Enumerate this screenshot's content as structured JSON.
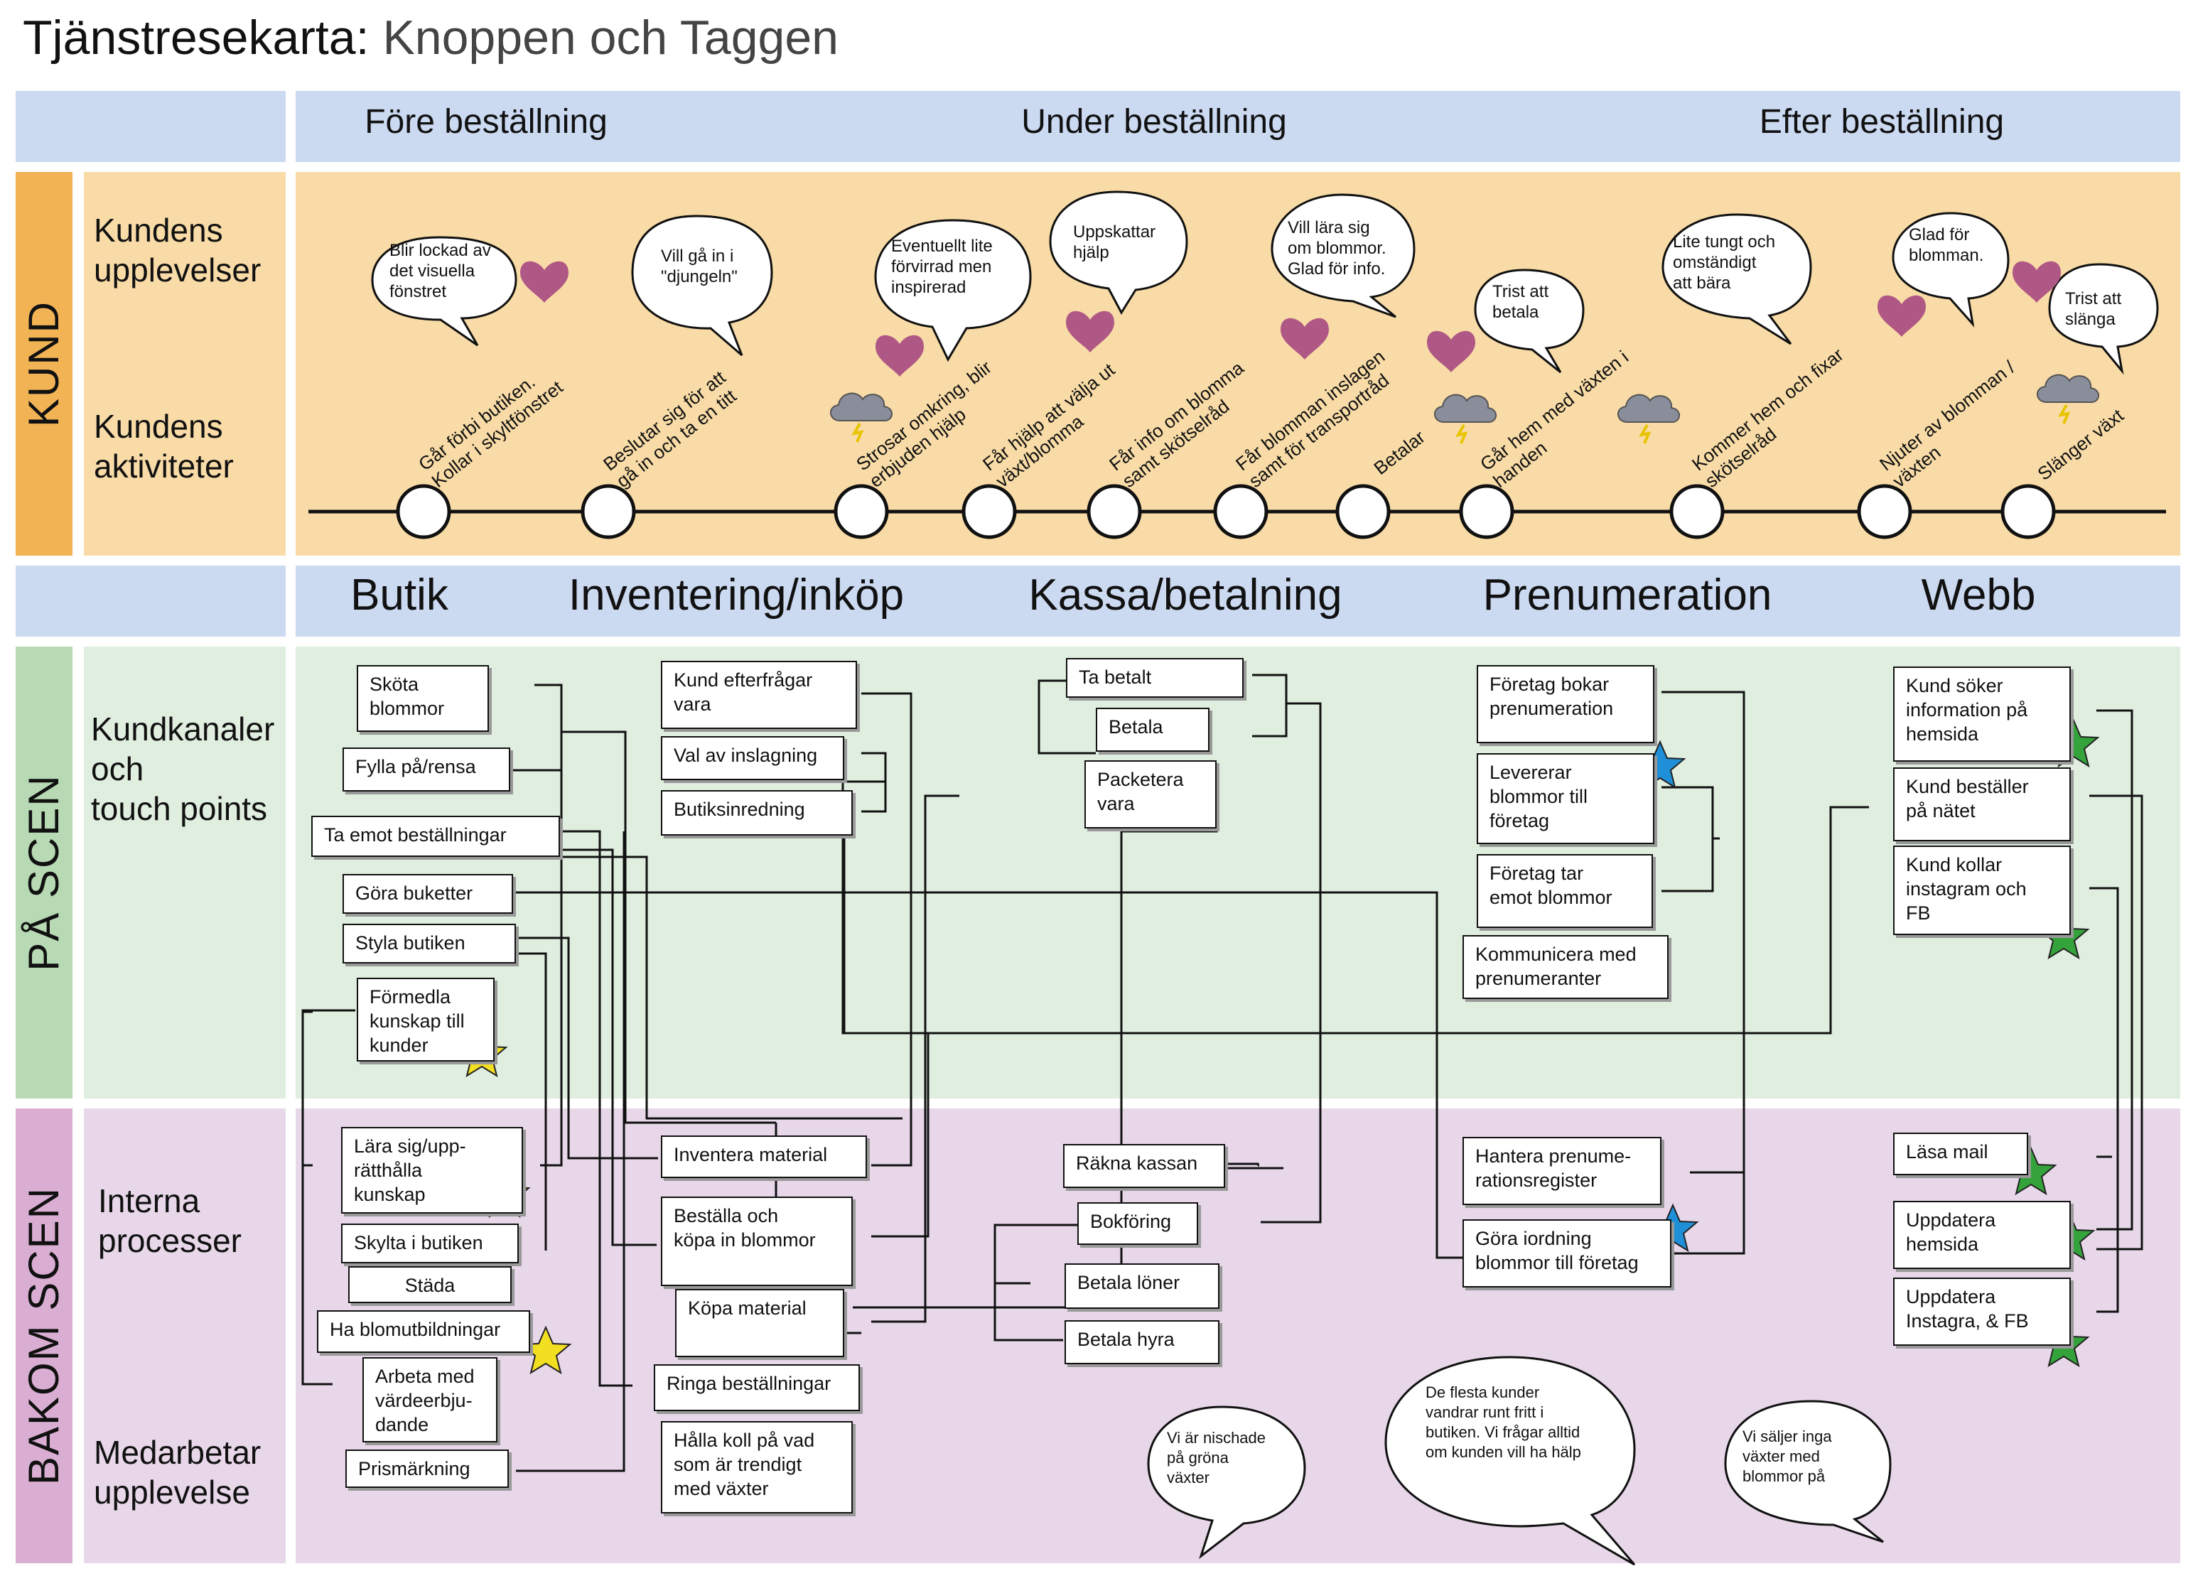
{
  "title": {
    "main": "Tjänstresekarta:",
    "sub": "Knoppen och Taggen"
  },
  "colors": {
    "phase_band": "#cbd9f1",
    "kund": "#f8dba6",
    "kund_side": "#f2b355",
    "pa_scen": "#e0eedf",
    "pa_scen_side": "#b7d9b4",
    "bakom": "#e7d7e9",
    "bakom_side": "#d9aed2",
    "heart": "#b05885"
  },
  "phases": [
    "Före beställning",
    "Under beställning",
    "Efter beställning"
  ],
  "sections": {
    "kund": "KUND",
    "pa_scen": "PÅ SCEN",
    "bakom_scen": "BAKOM SCEN"
  },
  "lanes": {
    "upplevelser": "Kundens\nupplevelser",
    "aktiviteter": "Kundens\naktiviteter",
    "kanaler": "Kundkanaler\noch\ntouch points",
    "interna": "Interna\nprocesser",
    "medarbetare": "Medarbetar\nupplevelse"
  },
  "bubbles": [
    "Blir lockad av\ndet visuella\nfönstret",
    "Vill gå in i\n\"djungeln\"",
    "Eventuellt lite\nförvirrad men\ninspirerad",
    "Uppskattar\nhjälp",
    "Vill lära sig\nom blommor.\nGlad för info.",
    "Trist att\nbetala",
    "Lite tungt och\nomständigt\natt bära",
    "Glad för\nblomman.",
    "Trist att\nslänga"
  ],
  "activities": [
    "Går förbi butiken.\nKollar i skyltfönstret",
    "Beslutar sig för att\ngå in och ta en titt",
    "Strosar omkring, blir\nerbjuden hjälp",
    "Får hjälp att välja ut\nväxt/blomma",
    "Får info om blomma\nsamt skötselråd",
    "Får blomman inslagen\nsamt för transportråd",
    "Betalar",
    "Går hem med växten i\nhanden",
    "Kommer hem och fixar\nskötselråd",
    "Njuter av blomman /\nväxten",
    "Slänger växt"
  ],
  "channels": [
    "Butik",
    "Inventering/inköp",
    "Kassa/betalning",
    "Prenumeration",
    "Webb"
  ],
  "touchpoints": {
    "butik": [
      "Sköta\nblommor",
      "Fylla på/rensa",
      "Ta emot beställningar",
      "Göra buketter",
      "Styla butiken",
      "Förmedla\nkunskap till\nkunder"
    ],
    "inventering": [
      "Kund efterfrågar\nvara",
      "Val av inslagning",
      "Butiksinredning"
    ],
    "kassa": [
      "Ta betalt",
      "Betala",
      "Packetera\nvara"
    ],
    "prenumeration": [
      "Företag bokar\nprenumeration",
      "Levererar\nblommor till\nföretag",
      "Företag tar\nemot blommor",
      "Kommunicera med\nprenumeranter"
    ],
    "webb": [
      "Kund söker\ninformation på\nhemsida",
      "Kund beställer\npå nätet",
      "Kund kollar\ninstagram och\nFB"
    ]
  },
  "processes": {
    "butik": [
      "Lära sig/upp-\nrätthålla\nkunskap",
      "Skylta i butiken",
      "Städa",
      "Ha blomutbildningar",
      "Arbeta med\nvärdeerbju-\ndande",
      "Prismärkning"
    ],
    "inventering": [
      "Inventera material",
      "Beställa och\nköpa in blommor",
      "Köpa material",
      "Ringa beställningar",
      "Hålla koll på vad\nsom är trendigt\nmed växter"
    ],
    "kassa": [
      "Räkna kassan",
      "Bokföring",
      "Betala löner",
      "Betala hyra"
    ],
    "prenumeration": [
      "Hantera prenume-\nrationsregister",
      "Göra iordning\nblommor till företag"
    ],
    "webb": [
      "Läsa mail",
      "Uppdatera\nhemsida",
      "Uppdatera\nInstagra, & FB"
    ]
  },
  "employee_quotes": [
    "Vi är nischade\npå gröna\nväxter",
    "De flesta kunder\nvandrar runt fritt i\nbutiken. Vi frågar alltid\nom kunden vill ha hälp",
    "Vi säljer inga\nväxter med\nblommor på"
  ]
}
